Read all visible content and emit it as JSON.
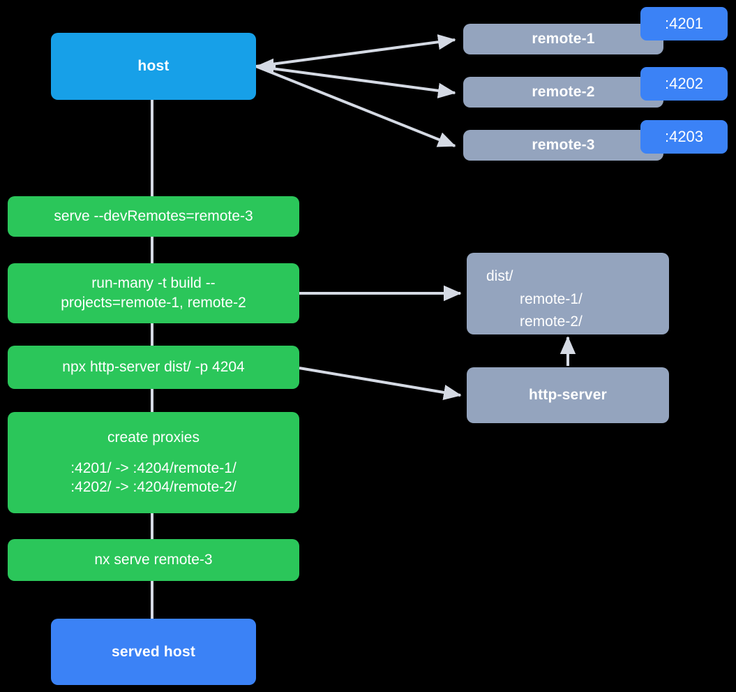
{
  "diagram": {
    "type": "flow-diagram",
    "background": "#000000",
    "colors": {
      "host": "#17A0E8",
      "served_host": "#3B82F6",
      "command": "#2BC65A",
      "remote": "#94A4BE",
      "port_badge": "#3B82F6",
      "edge": "#D5DAE4",
      "text": "#FFFFFF"
    }
  },
  "nodes": {
    "host": {
      "label": "host"
    },
    "served_host": {
      "label": "served host"
    },
    "remotes": [
      {
        "label": "remote-1",
        "port": ":4201"
      },
      {
        "label": "remote-2",
        "port": ":4202"
      },
      {
        "label": "remote-3",
        "port": ":4203"
      }
    ],
    "commands": [
      {
        "label": "serve --devRemotes=remote-3"
      },
      {
        "line1": "run-many -t build --",
        "line2": "projects=remote-1, remote-2"
      },
      {
        "label": "npx http-server dist/ -p 4204"
      },
      {
        "title": "create proxies",
        "proxy1": ":4201/ -> :4204/remote-1/",
        "proxy2": ":4202/ -> :4204/remote-2/"
      },
      {
        "label": "nx serve remote-3"
      }
    ],
    "dist": {
      "root": "dist/",
      "child1": "remote-1/",
      "child2": "remote-2/"
    },
    "http_server": {
      "label": "http-server"
    }
  }
}
